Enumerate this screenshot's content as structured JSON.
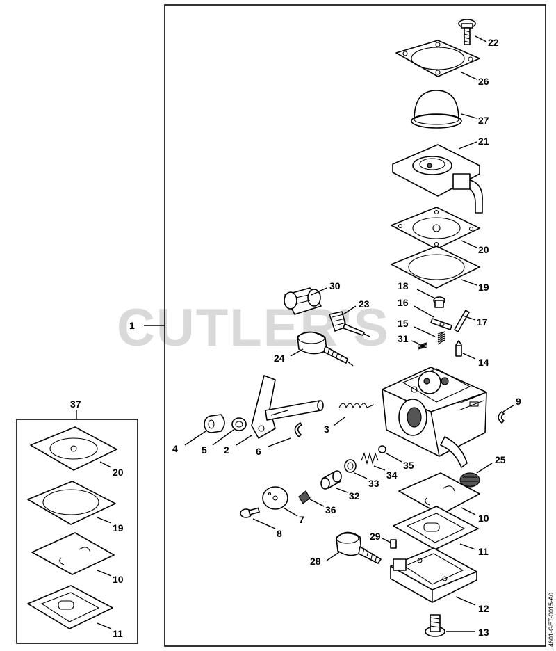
{
  "watermark": "CUTLER'S",
  "drawing_code": "4601-GET-0015-A0",
  "kit_label": "37",
  "assembly_label": "1",
  "labels": {
    "p2": "2",
    "p3": "3",
    "p4": "4",
    "p5": "5",
    "p6": "6",
    "p7": "7",
    "p8": "8",
    "p9": "9",
    "p10": "10",
    "p11": "11",
    "p12": "12",
    "p13": "13",
    "p14": "14",
    "p15": "15",
    "p16": "16",
    "p17": "17",
    "p18": "18",
    "p19": "19",
    "p20": "20",
    "p21": "21",
    "p22": "22",
    "p23": "23",
    "p24": "24",
    "p25": "25",
    "p26": "26",
    "p27": "27",
    "p28": "28",
    "p29": "29",
    "p30": "30",
    "p31": "31",
    "p32": "32",
    "p33": "33",
    "p34": "34",
    "p35": "35",
    "p36": "36",
    "k20": "20",
    "k19": "19",
    "k10": "10",
    "k11": "11"
  }
}
